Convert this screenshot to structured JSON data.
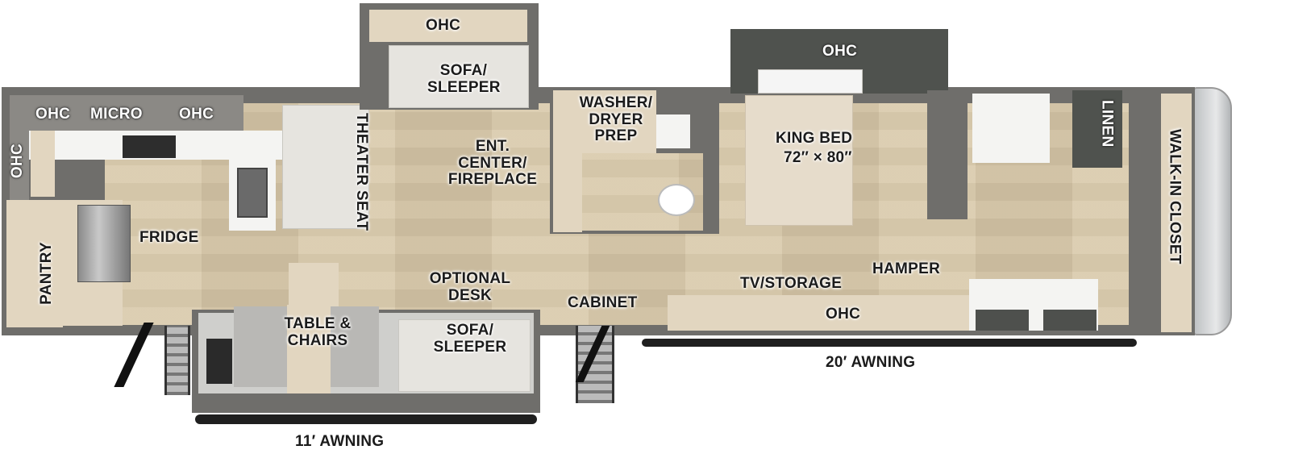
{
  "floorplan": {
    "rooms": {
      "kitchen": {
        "ohc_left": "OHC",
        "micro": "MICRO",
        "ohc_right": "OHC",
        "ohc_side": "OHC",
        "fridge": "FRIDGE",
        "pantry": "PANTRY",
        "theater_seat": "THEATER SEAT"
      },
      "living": {
        "slide_ohc": "OHC",
        "sofa_sleeper_top": "SOFA/ SLEEPER",
        "ent_center": "ENT. CENTER/ FIREPLACE",
        "optional_desk": "OPTIONAL DESK",
        "sofa_sleeper_bottom": "SOFA/ SLEEPER",
        "table_chairs": "TABLE & CHAIRS",
        "cabinet": "CABINET"
      },
      "half_bath": {
        "washer_dryer": "WASHER/ DRYER PREP"
      },
      "bedroom": {
        "ohc_top": "OHC",
        "king_bed": "KING BED",
        "king_bed_size": "72″ × 80″",
        "tv_storage": "TV/STORAGE",
        "hamper": "HAMPER",
        "ohc_bottom": "OHC"
      },
      "master_bath": {
        "linen": "LINEN",
        "walk_in_closet": "WALK-IN CLOSET"
      }
    },
    "awnings": {
      "left": "11′ AWNING",
      "right": "20′ AWNING"
    },
    "colors": {
      "wall": "#6f6e6b",
      "floor": "#d8c8a8",
      "cabinet": "#e2d6c0",
      "dark_slide": "#4f524e",
      "awning": "#1f1f1f"
    }
  }
}
